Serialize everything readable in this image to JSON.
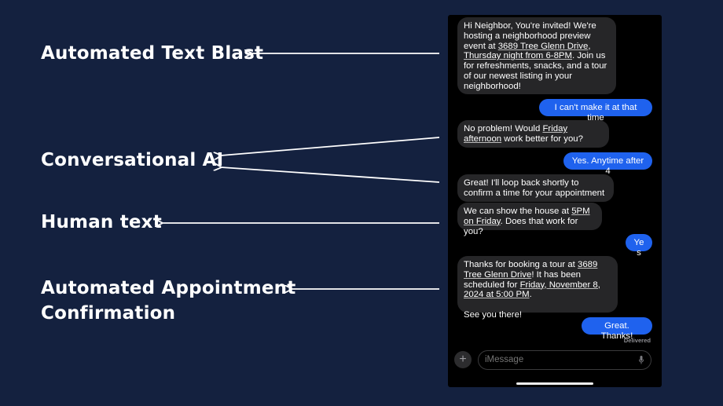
{
  "labels": {
    "text_blast": "Automated Text Blast",
    "conversational_ai": "Conversational AI",
    "human_text": "Human text",
    "appt_line1": "Automated Appointment",
    "appt_line2": "Confirmation"
  },
  "messages": {
    "m1": {
      "p1": "Hi Neighbor, You're invited! We're hosting a neighborhood preview event at ",
      "link1": "3689 Tree Glenn Drive",
      "p2": ", ",
      "link2": "Thursday night from 6-8PM",
      "p3": ". Join us for refreshments, snacks, and a tour of our newest listing in your neighborhood!"
    },
    "m2": "I can't make it at that time",
    "m3": {
      "p1": "No problem! Would ",
      "link1": "Friday afternoon",
      "p2": " work better for you?"
    },
    "m4": "Yes. Anytime after 4",
    "m5": "Great! I'll loop back shortly to confirm a time for your appointment",
    "m6": {
      "p1": "We can show the house at ",
      "link1": "5PM on Friday",
      "p2": ". Does that work for you?"
    },
    "m7": "Yes",
    "m8": {
      "p1": "Thanks for booking a tour at ",
      "link1": "3689 Tree Glenn Drive",
      "p2": "! It has been scheduled for ",
      "link2": "Friday, November 8, 2024 at 5:00 PM",
      "p3": ".",
      "p4": "See you there!"
    },
    "m9": "Great. Thanks!",
    "delivered": "Delivered"
  },
  "composer": {
    "plus": "+",
    "placeholder": "iMessage",
    "mic_icon": "microphone-icon"
  },
  "colors": {
    "background": "#14213f",
    "incoming_bubble": "#262628",
    "outgoing_bubble": "#1f62ee",
    "arrow": "#ffffff"
  }
}
